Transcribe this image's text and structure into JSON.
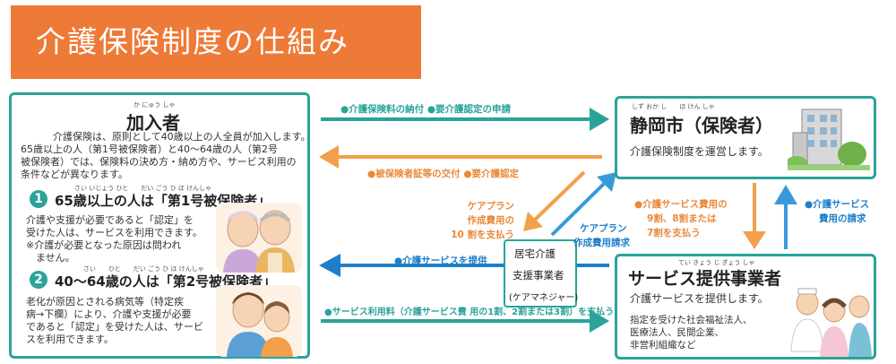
{
  "banner": {
    "title": "介護保険制度の仕組み"
  },
  "subscriber": {
    "ruby": "か にゅう しゃ",
    "title": "加入者",
    "intro": [
      "介護保険は、原則として40歳以上の人全員が加入します。",
      "65歳以上の人（第1号被保険者）と40～64歳の人（第2号",
      "被保険者）では、保険料の決め方・納め方や、サービス利用の",
      "条件などが異なります。"
    ],
    "first": {
      "number": "1",
      "ruby": "さい いじょう ひと　　だい ごう ひ ほ けんしゃ",
      "title": "65歳以上の人は「第1号被保険者」",
      "text": [
        "介護や支援が必要であると「認定」を",
        "受けた人は、サービスを利用できます。",
        "※介護が必要となった原因は問われ",
        "　ません。"
      ]
    },
    "second": {
      "number": "2",
      "ruby": "さい　　ひと　　だい ごう ひ ほ けんしゃ",
      "title": "40～64歳の人は「第2号被保険者」",
      "text": [
        "老化が原因とされる病気等（特定疾",
        "病→下欄）により、介護や支援が必要",
        "であると「認定」を受けた人は、サービ",
        "スを利用できます。"
      ]
    }
  },
  "city": {
    "ruby": "しず おか し　　ほ けん しゃ",
    "title": "静岡市（保険者）",
    "text": "介護保険制度を運営します。"
  },
  "provider": {
    "ruby": "てい きょう じ ぎょう しゃ",
    "title": "サービス提供事業者",
    "text": "介護サービスを提供します。",
    "detail": [
      "指定を受けた社会福祉法人、",
      "医療法人、民間企業、",
      "非営利組織など"
    ]
  },
  "care_manager": {
    "lines": [
      "居宅介護",
      "支援事業者",
      "(ケアマネジャー)"
    ]
  },
  "flows": {
    "top_right": "●介護保険料の納付 ●要介護認定の申請",
    "top_left": "●被保険者証等の交付 ●要介護認定",
    "care_plan_fee_pay": [
      "ケアプラン",
      "作成費用の",
      "10 割を支払う"
    ],
    "care_plan_fee_request": [
      "ケアプラン",
      "作成費用請求"
    ],
    "service_fee_pay": [
      "●介護サービス費用の",
      "9割、8割または",
      "7割を支払う"
    ],
    "service_fee_request": [
      "●介護サービス",
      "費用の請求"
    ],
    "service_provide": "●介護サービスを提供",
    "user_fee": "●サービス利用料（介護サービス費 用の1割、2割または3割）を支払う"
  },
  "colors": {
    "banner": "#ee7a37",
    "teal": "#2aa399",
    "blue": "#1e7ec8",
    "light_blue": "#3a9ad9",
    "orange": "#f2a04a"
  }
}
